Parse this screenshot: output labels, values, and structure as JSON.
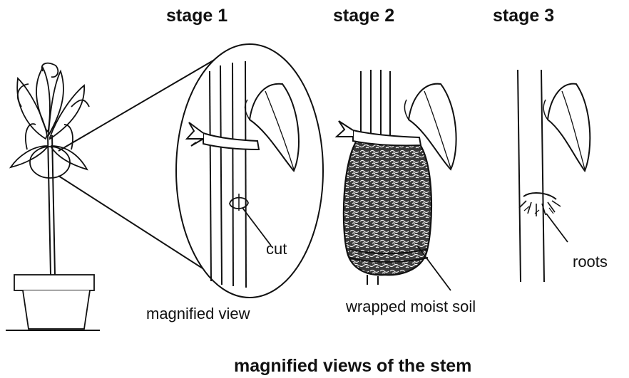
{
  "stages": {
    "stage1": "stage 1",
    "stage2": "stage 2",
    "stage3": "stage 3"
  },
  "labels": {
    "cut": "cut",
    "roots": "roots",
    "magnified_view": "magnified view",
    "wrapped_soil": "wrapped moist soil"
  },
  "footer": "magnified views of the stem",
  "colors": {
    "ink": "#111111",
    "soil": "#2a2a2a",
    "background": "#ffffff"
  }
}
